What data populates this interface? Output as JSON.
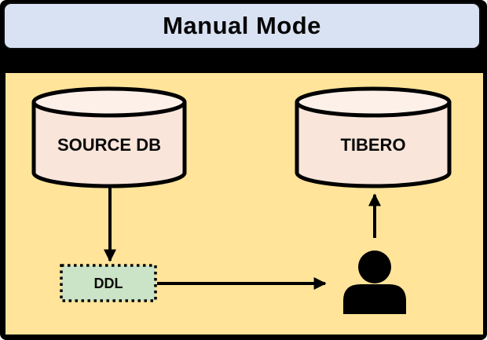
{
  "title_bar": {
    "label": "Manual Mode"
  },
  "diagram": {
    "nodes": {
      "source_db": {
        "label": "SOURCE DB",
        "type": "database-cylinder"
      },
      "tibero": {
        "label": "TIBERO",
        "type": "database-cylinder"
      },
      "ddl": {
        "label": "DDL",
        "type": "dashed-dotted-box"
      },
      "operator": {
        "type": "person-icon"
      }
    },
    "edges": [
      {
        "from": "source_db",
        "to": "ddl",
        "direction": "down"
      },
      {
        "from": "ddl",
        "to": "operator",
        "direction": "right"
      },
      {
        "from": "operator",
        "to": "tibero",
        "direction": "up"
      }
    ],
    "colors": {
      "frame": "#000000",
      "title_bar_fill": "#d9e2f3",
      "panel_fill": "#ffe499",
      "cylinder_body_fill": "#f9e5da",
      "cylinder_top_fill": "#fcf0e9",
      "ddl_fill": "#cbe3c6",
      "stroke": "#000000"
    }
  }
}
